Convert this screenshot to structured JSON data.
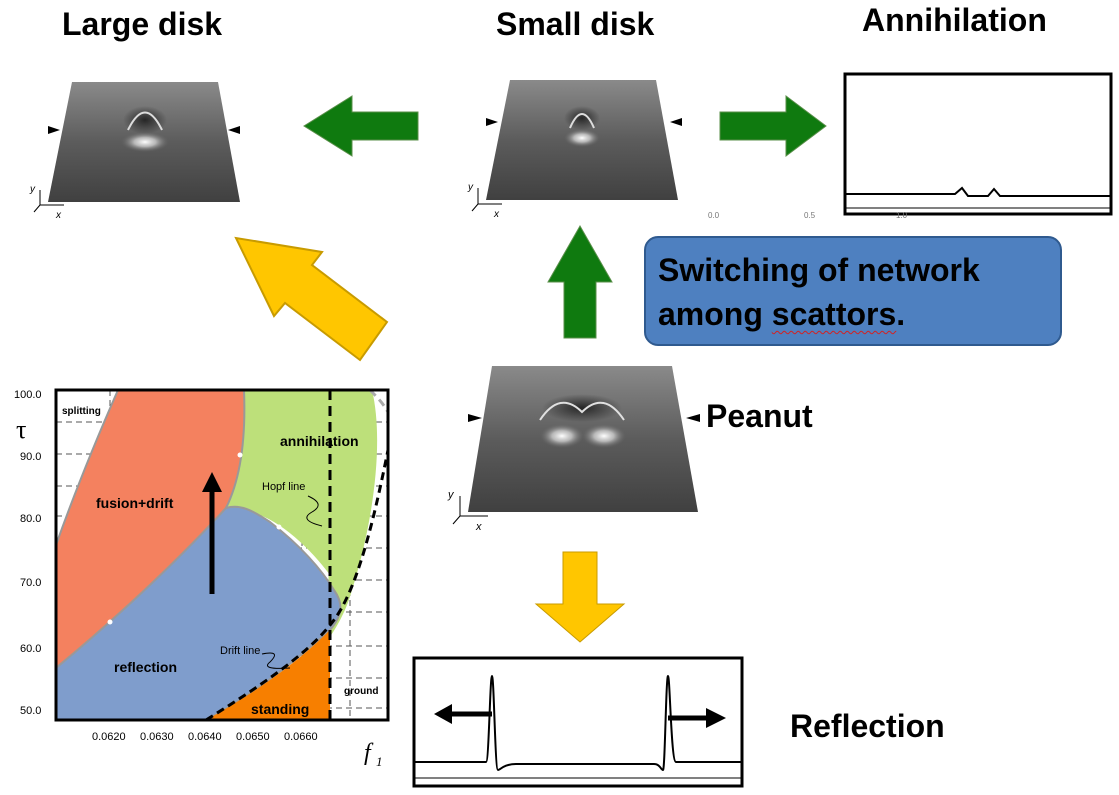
{
  "titles": {
    "large_disk": "Large disk",
    "small_disk": "Small disk",
    "annihilation": "Annihilation",
    "peanut": "Peanut",
    "reflection": "Reflection"
  },
  "callout": {
    "line1": "Switching of network",
    "line2_a": "among ",
    "line2_b": "scattors",
    "line2_c": "."
  },
  "surface_axes": {
    "x": "x",
    "y": "y"
  },
  "colors": {
    "green_arrow": "#0f7a0f",
    "yellow_arrow": "#ffc600",
    "callout_fill": "#4e80c0",
    "fusion_drift": "#f4815f",
    "reflection": "#7f9dcc",
    "annihilation": "#bde07a",
    "standing": "#f77f00"
  },
  "phase_diagram": {
    "y_axis_label": "τ",
    "x_axis_label": "f",
    "x_axis_sub": "1",
    "y_ticks": [
      "100.0",
      "90.0",
      "80.0",
      "70.0",
      "60.0",
      "50.0"
    ],
    "x_ticks": [
      "0.0620",
      "0.0630",
      "0.0640",
      "0.0650",
      "0.0660"
    ],
    "regions": {
      "splitting": "splitting",
      "fusion_drift": "fusion+drift",
      "annihilation": "annihilation",
      "reflection": "reflection",
      "standing": "standing",
      "ground": "ground"
    },
    "lines": {
      "hopf": "Hopf line",
      "drift": "Drift line"
    }
  },
  "annihilation_plot": {
    "ticks": [
      "0.0",
      "0.5",
      "1.0"
    ]
  }
}
